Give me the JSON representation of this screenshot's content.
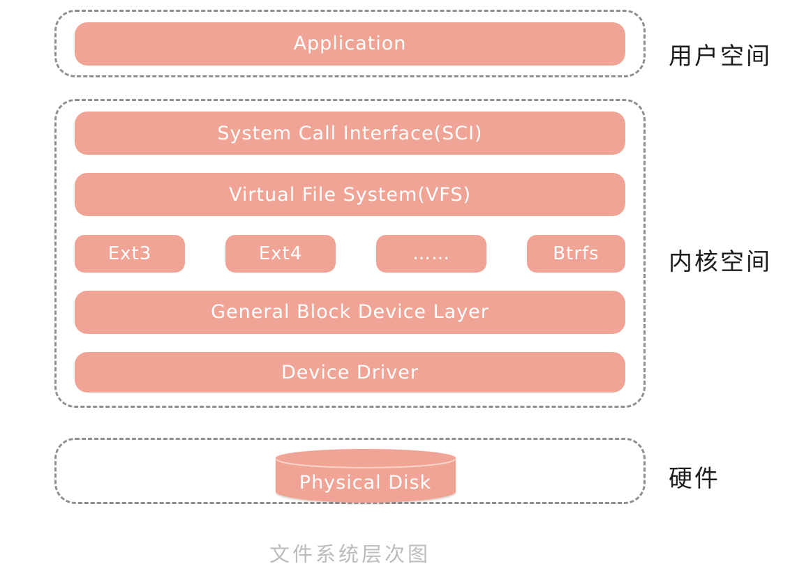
{
  "colors": {
    "box": "#efa496",
    "border": "#8f8f8f",
    "caption": "#bcbcbc",
    "label": "#1c1c1c"
  },
  "user_space": {
    "side_label": "用户空间",
    "application": "Application"
  },
  "kernel_space": {
    "side_label": "内核空间",
    "sci": "System Call Interface(SCI)",
    "vfs": "Virtual File System(VFS)",
    "filesystems": [
      "Ext3",
      "Ext4",
      "……",
      "Btrfs"
    ],
    "block_layer": "General Block Device Layer",
    "device_driver": "Device Driver"
  },
  "hardware": {
    "side_label": "硬件",
    "disk": "Physical Disk"
  },
  "caption": "文件系统层次图"
}
